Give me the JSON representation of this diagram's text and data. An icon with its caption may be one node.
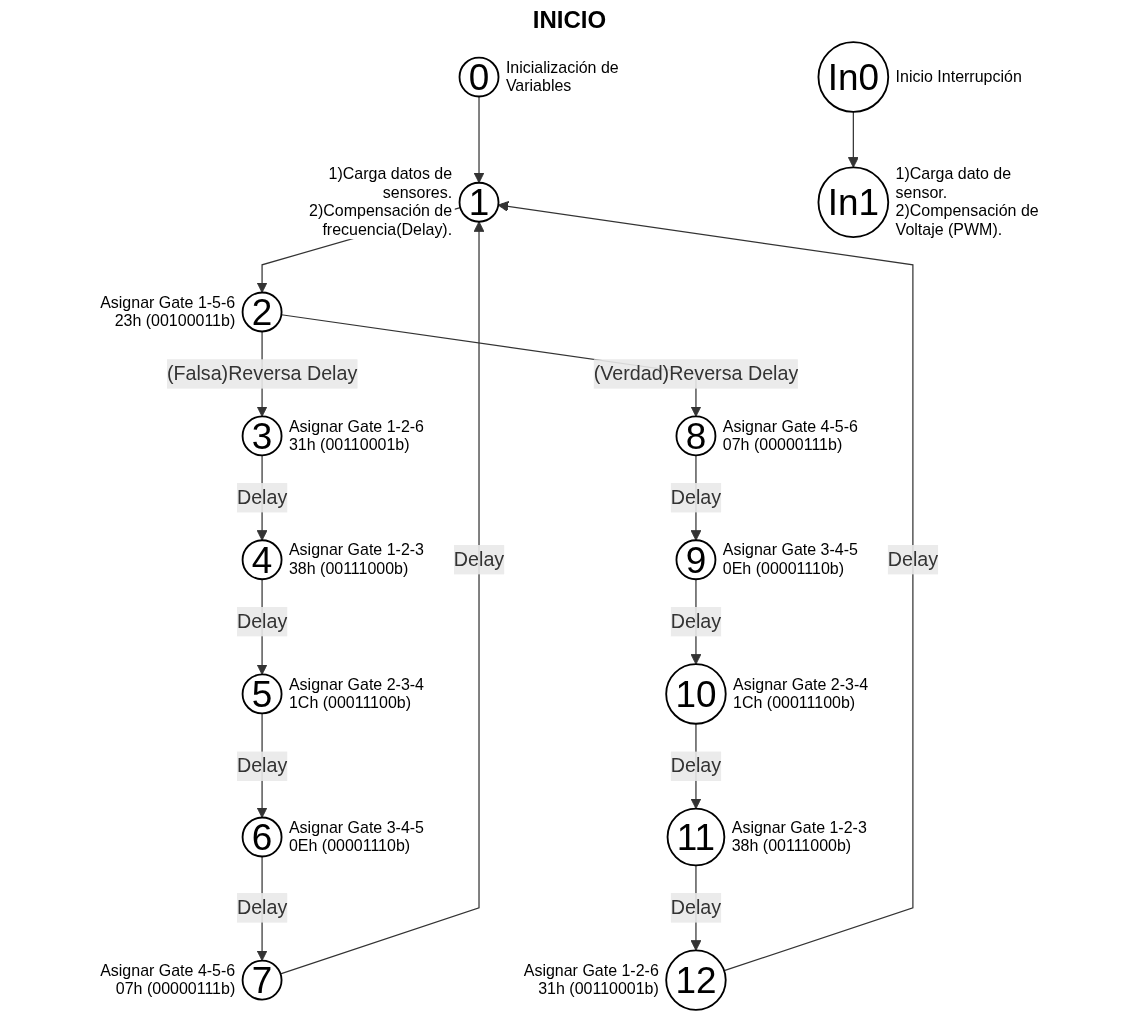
{
  "diagram": {
    "title": "INICIO",
    "nodes": [
      {
        "text": [
          "0"
        ],
        "beside": [
          "Inicialización de Variables"
        ]
      },
      {
        "text": [
          "1"
        ],
        "beside": [
          "1)Carga datos de sensores.",
          "2)Compensación de frecuencia(Delay)."
        ]
      },
      {
        "text": [
          "2"
        ],
        "beside": [
          "Asignar Gate 1-5-6 23h (00100011b)"
        ]
      },
      {
        "text": [
          "3"
        ],
        "beside": [
          "Asignar Gate 1-2-6 31h (00110001b)"
        ]
      },
      {
        "text": [
          "4"
        ],
        "beside": [
          "Asignar Gate 1-2-3 38h (00111000b)"
        ]
      },
      {
        "text": [
          "5"
        ],
        "beside": [
          "Asignar Gate 2-3-4 1Ch (00011100b)"
        ]
      },
      {
        "text": [
          "6"
        ],
        "beside": [
          "Asignar Gate 3-4-5 0Eh (00001110b)"
        ]
      },
      {
        "text": [
          "7"
        ],
        "beside": [
          "Asignar Gate 4-5-6 07h (00000111b)"
        ]
      },
      {
        "text": [
          "8"
        ],
        "beside": [
          "Asignar Gate 4-5-6 07h (00000111b)"
        ]
      },
      {
        "text": [
          "9"
        ],
        "beside": [
          "Asignar Gate 3-4-5 0Eh (00001110b)"
        ]
      },
      {
        "text": [
          "10"
        ],
        "beside": [
          "Asignar Gate 2-3-4 1Ch (00011100b)"
        ]
      },
      {
        "text": [
          "11"
        ],
        "beside": [
          "Asignar Gate 1-2-3 38h (00111000b)"
        ]
      },
      {
        "text": [
          "12"
        ],
        "beside": [
          "Asignar Gate 1-2-6 31h (00110001b)"
        ]
      },
      {
        "text": [
          "In0"
        ],
        "beside": [
          "Inicio Interrupción"
        ]
      },
      {
        "text": [
          "In1"
        ],
        "beside": [
          "1)Carga dato de sensor.",
          "2)Compensación de Voltaje (PWM)."
        ]
      }
    ],
    "edges": [
      {
        "from": 0,
        "to": 1,
        "arrow": "to"
      },
      {
        "from": 1,
        "to": 2,
        "arrow": "to"
      },
      {
        "from": 2,
        "to": 3,
        "arrow": "to",
        "label": "(Falsa)Reversa Delay"
      },
      {
        "from": 2,
        "to": 8,
        "arrow": "to",
        "label": "(Verdad)Reversa Delay"
      },
      {
        "from": 3,
        "to": 4,
        "arrow": "to",
        "label": "Delay"
      },
      {
        "from": 4,
        "to": 5,
        "arrow": "to",
        "label": "Delay"
      },
      {
        "from": 5,
        "to": 6,
        "arrow": "to",
        "label": "Delay"
      },
      {
        "from": 6,
        "to": 7,
        "arrow": "to",
        "label": "Delay"
      },
      {
        "from": 7,
        "to": 1,
        "arrow": "to",
        "label": "Delay"
      },
      {
        "from": 8,
        "to": 9,
        "arrow": "to",
        "label": "Delay"
      },
      {
        "from": 9,
        "to": 10,
        "arrow": "to",
        "label": "Delay"
      },
      {
        "from": 10,
        "to": 11,
        "arrow": "to",
        "label": "Delay"
      },
      {
        "from": 11,
        "to": 12,
        "arrow": "to",
        "label": "Delay"
      },
      {
        "from": 12,
        "to": 1,
        "arrow": "to",
        "label": "Delay"
      },
      {
        "from": 13,
        "to": 14,
        "arrow": "to"
      }
    ]
  }
}
